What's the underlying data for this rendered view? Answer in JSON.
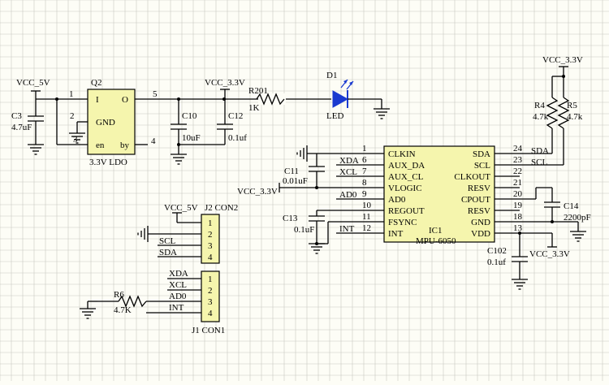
{
  "colors": {
    "background": "#fdfdf6",
    "grid": "#c9c9c2",
    "ic_fill": "#f5f5ad",
    "led": "#1a3ad0",
    "wire": "#000000"
  },
  "icons": [
    "ground-symbol",
    "led-diode",
    "resistor-zigzag",
    "capacitor-plates"
  ],
  "labels": {
    "vcc5_q2": "VCC_5V",
    "c3_name": "C3",
    "c3_val": "4.7uF",
    "q2_name": "Q2",
    "q2_i": "I",
    "q2_o": "O",
    "q2_gnd": "GND",
    "q2_en": "en",
    "q2_by": "by",
    "q2_type": "3.3V LDO",
    "q2_pin1": "1",
    "q2_pin2": "2",
    "q2_pin3": "3",
    "q2_pin4": "4",
    "q2_pin5": "5",
    "c10_name": "C10",
    "c10_val": "10uF",
    "vcc33_top": "VCC_3.3V",
    "c12_name": "C12",
    "c12_val": "0.1uf",
    "r201_name": "R201",
    "r201_val": "1K",
    "d1_name": "D1",
    "d1_type": "LED",
    "vcc33_right": "VCC_3.3V",
    "r4_name": "R4",
    "r4_val": "4.7k",
    "r5_name": "R5",
    "r5_val": "4.7k",
    "c11_name": "C11",
    "c11_val": "0.01uF",
    "vcc33_left": "VCC_3.3V",
    "c13_name": "C13",
    "c13_val": "0.1uF",
    "c14_name": "C14",
    "c14_val": "2200pF",
    "c102_name": "C102",
    "c102_val": "0.1uf",
    "vcc33_bottom": "VCC_3.3V",
    "ic1_name": "IC1",
    "ic1_part": "MPU-6050",
    "net_xda": "XDA",
    "net_xcl": "XCL",
    "net_ad0": "AD0",
    "net_int": "INT",
    "net_sda": "SDA",
    "net_scl": "SCL",
    "vcc5_j2": "VCC_5V",
    "j2_name": "J2 CON2",
    "j1_name": "J1 CON1",
    "r6_name": "R6",
    "r6_val": "4.7K"
  },
  "ic1_left_pins": [
    {
      "num": "1",
      "name": "CLKIN"
    },
    {
      "num": "6",
      "name": "AUX_DA"
    },
    {
      "num": "7",
      "name": "AUX_CL"
    },
    {
      "num": "8",
      "name": "VLOGIC"
    },
    {
      "num": "9",
      "name": "AD0"
    },
    {
      "num": "10",
      "name": "REGOUT"
    },
    {
      "num": "11",
      "name": "FSYNC"
    },
    {
      "num": "12",
      "name": "INT"
    }
  ],
  "ic1_right_pins": [
    {
      "num": "24",
      "name": "SDA"
    },
    {
      "num": "23",
      "name": "SCL"
    },
    {
      "num": "22",
      "name": "CLKOUT"
    },
    {
      "num": "21",
      "name": "RESV"
    },
    {
      "num": "20",
      "name": "CPOUT"
    },
    {
      "num": "19",
      "name": "RESV"
    },
    {
      "num": "18",
      "name": "GND"
    },
    {
      "num": "13",
      "name": "VDD"
    }
  ],
  "j2_pins": [
    {
      "num": "1",
      "net": ""
    },
    {
      "num": "2",
      "net": ""
    },
    {
      "num": "3",
      "net": "SCL"
    },
    {
      "num": "4",
      "net": "SDA"
    }
  ],
  "j1_pins": [
    {
      "num": "1",
      "net": "XDA"
    },
    {
      "num": "2",
      "net": "XCL"
    },
    {
      "num": "3",
      "net": "AD0"
    },
    {
      "num": "4",
      "net": "INT"
    }
  ]
}
